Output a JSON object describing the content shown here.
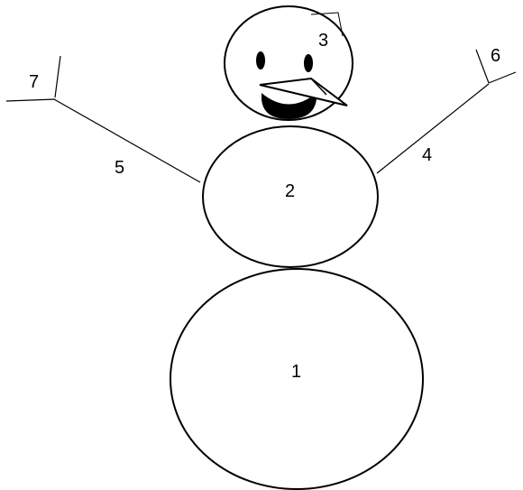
{
  "labels": {
    "bottom_ball": "1",
    "middle_ball": "2",
    "head": "3",
    "right_arm": "4",
    "left_arm": "5",
    "right_hand": "6",
    "left_hand": "7"
  },
  "colors": {
    "stroke": "#000000",
    "fill": "#ffffff",
    "eyes": "#000000",
    "mouth": "#000000"
  }
}
